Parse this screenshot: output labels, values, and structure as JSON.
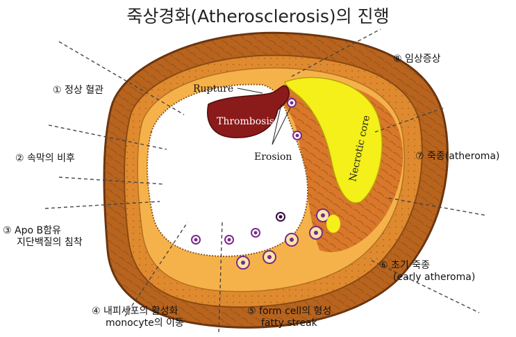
{
  "title": "죽상경화(Atherosclerosis)의 진행",
  "stages": [
    {
      "num": "①",
      "line1": "정상 혈관",
      "line2": ""
    },
    {
      "num": "②",
      "line1": "속막의 비후",
      "line2": ""
    },
    {
      "num": "③",
      "line1": "Apo B함유",
      "line2": "지단백질의 침착"
    },
    {
      "num": "④",
      "line1": "내피세포의 활성화",
      "line2": "monocyte의 이동"
    },
    {
      "num": "⑤",
      "line1": "form cell의 형성",
      "line2": "fatty streak"
    },
    {
      "num": "⑥",
      "line1": "초기 죽종",
      "line2": "(early atheroma)"
    },
    {
      "num": "⑦",
      "line1": "죽종(atheroma)",
      "line2": ""
    },
    {
      "num": "⑧",
      "line1": "임상증상",
      "line2": ""
    }
  ],
  "figure_labels": {
    "rupture": "Rupture",
    "thrombosis": "Thrombosis",
    "erosion": "Erosion",
    "necrotic_core": "Necrotic core"
  },
  "colors": {
    "adventitia": "#b8641e",
    "media": "#e08a30",
    "intima": "#f6b24a",
    "lumen": "#ffffff",
    "thrombus": "#8b1a1a",
    "necrotic_core": "#f5ef1a",
    "cell": "#7a2a8a"
  }
}
